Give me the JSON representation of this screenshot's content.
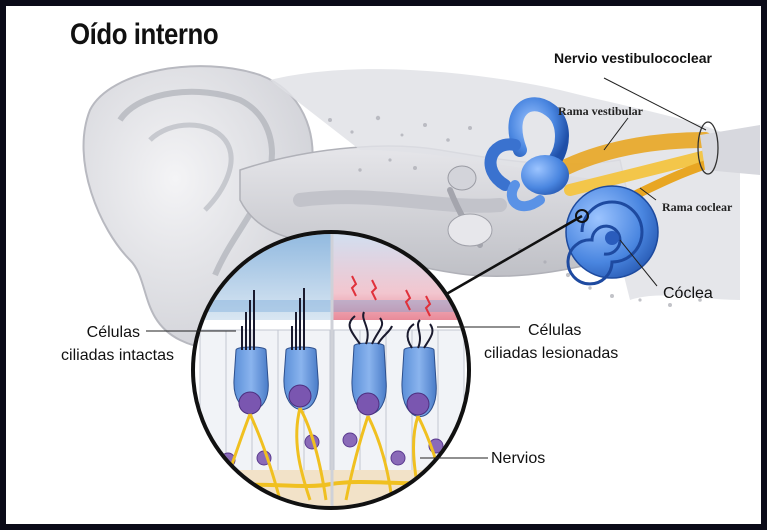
{
  "title": "Oído interno",
  "labels": {
    "vestibulocochlear_nerve": "Nervio vestibulococlear",
    "vestibular_branch": "Rama vestibular",
    "cochlear_branch": "Rama coclear",
    "cochlea": "Cóclea",
    "intact_cells_line1": "Células",
    "intact_cells_line2": "ciliadas intactas",
    "damaged_cells_line1": "Células",
    "damaged_cells_line2": "ciliadas lesionadas",
    "nerves": "Nervios"
  },
  "colors": {
    "frame": "#0b0b18",
    "panel": "#ffffff",
    "cochlea_blue": "#4a86e0",
    "nerve_yellow": "#f0c020",
    "cell_purple": "#7a56b0",
    "damage_red": "#e0303a"
  }
}
